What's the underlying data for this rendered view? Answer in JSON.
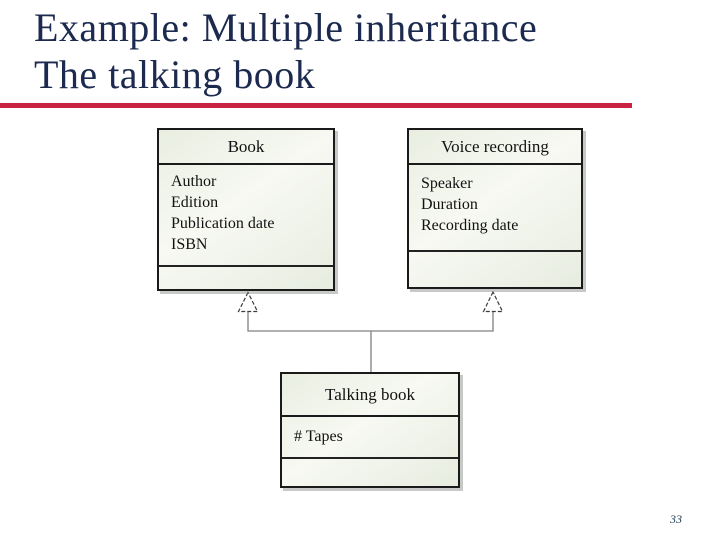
{
  "slide": {
    "title_line1": "Example: Multiple inheritance",
    "title_line2": "The talking book",
    "page_number": "33"
  },
  "colors": {
    "title_text": "#1b2a4e",
    "accent_rule": "#c82340",
    "box_fill": "#eef2e8",
    "box_border": "#1a1a1a",
    "connector_line": "#808080",
    "background": "#ffffff"
  },
  "diagram": {
    "type": "uml-class-diagram",
    "classes": [
      {
        "name": "Book",
        "attributes": [
          "Author",
          "Edition",
          "Publication date",
          "ISBN"
        ],
        "methods": []
      },
      {
        "name": "Voice recording",
        "attributes": [
          "Speaker",
          "Duration",
          "Recording date"
        ],
        "methods": []
      },
      {
        "name": "Talking book",
        "attributes": [
          "# Tapes"
        ],
        "methods": []
      }
    ],
    "relations": [
      {
        "type": "generalization",
        "from": "Talking book",
        "to": "Book"
      },
      {
        "type": "generalization",
        "from": "Talking book",
        "to": "Voice recording"
      }
    ]
  }
}
